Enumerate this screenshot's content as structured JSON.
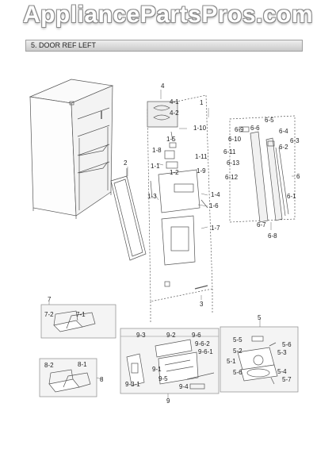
{
  "watermark": "AppliancePartsPros.com",
  "section_title": "5. DOOR REF LEFT",
  "callouts": {
    "c1": "1",
    "c1_1": "1-1",
    "c1_2": "1-2",
    "c1_3": "1-3",
    "c1_4": "1-4",
    "c1_5": "1-5",
    "c1_6": "1-6",
    "c1_7": "1-7",
    "c1_8": "1-8",
    "c1_9": "1-9",
    "c1_10": "1-10",
    "c1_11": "1-11",
    "c2": "2",
    "c3": "3",
    "c4": "4",
    "c4_1": "4-1",
    "c4_2": "4-2",
    "c5": "5",
    "c5_1": "5-1",
    "c5_2": "5-2",
    "c5_3": "5-3",
    "c5_4": "5-4",
    "c5_5": "5-5",
    "c5_6a": "5-6",
    "c5_6b": "5-6",
    "c5_7": "5-7",
    "c6": "6",
    "c6_1": "6-1",
    "c6_2": "6-2",
    "c6_3": "6-3",
    "c6_4": "6-4",
    "c6_5": "6-5",
    "c6_6": "6-6",
    "c6_7": "6-7",
    "c6_8": "6-8",
    "c6_9": "6-9",
    "c6_10": "6-10",
    "c6_11": "6-11",
    "c6_12": "6-12",
    "c6_13": "6-13",
    "c7": "7",
    "c7_1": "7-1",
    "c7_2": "7-2",
    "c8": "8",
    "c8_1": "8-1",
    "c8_2": "8-2",
    "c9": "9",
    "c9_1": "9-1",
    "c9_2": "9-2",
    "c9_3": "9-3",
    "c9_3_1": "9-3-1",
    "c9_4": "9-4",
    "c9_5": "9-5",
    "c9_6": "9-6",
    "c9_6_1": "9-6-1",
    "c9_6_2": "9-6-2"
  },
  "colors": {
    "line": "#555555",
    "panel": "#f4f4f4",
    "border": "#8a8a8a"
  }
}
